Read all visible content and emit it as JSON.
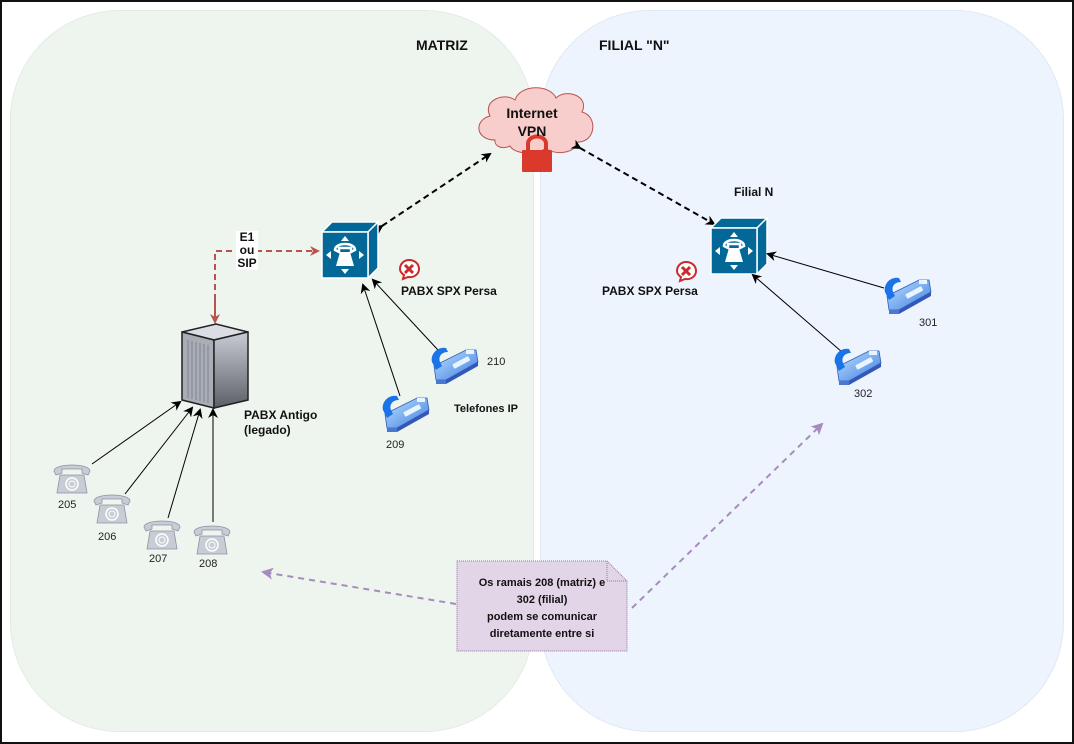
{
  "zones": {
    "matriz": {
      "title": "MATRIZ",
      "fill": "#eef5ee"
    },
    "filial": {
      "title": "FILIAL \"N\"",
      "fill": "#eef4fd"
    }
  },
  "internet": {
    "label_line1": "Internet",
    "label_line2": "VPN",
    "cloud_fill": "#f8cecc",
    "lock_color": "#d93a2b"
  },
  "matriz": {
    "link_label": {
      "line1": "E1",
      "line2": "ou",
      "line3": "SIP"
    },
    "pabx_spx_label": "PABX SPX Persa",
    "pabx_legacy_label_line1": "PABX Antigo",
    "pabx_legacy_label_line2": "(legado)",
    "ip_phones_label": "Telefones IP",
    "ip_phones": [
      {
        "ext": "210"
      },
      {
        "ext": "209"
      }
    ],
    "analog_phones": [
      {
        "ext": "205"
      },
      {
        "ext": "206"
      },
      {
        "ext": "207"
      },
      {
        "ext": "208"
      }
    ]
  },
  "filial": {
    "site_label": "Filial N",
    "pabx_spx_label": "PABX SPX Persa",
    "ip_phones": [
      {
        "ext": "301"
      },
      {
        "ext": "302"
      }
    ]
  },
  "note": {
    "line1": "Os ramais 208 (matriz) e",
    "line2": "302 (filial)",
    "line3": "podem se comunicar",
    "line4": "diretamente entre si",
    "fill": "#e1d5e7"
  },
  "colors": {
    "pabx_blue": "#036897",
    "link_red": "#b85450",
    "note_arrow": "#a68bbd"
  }
}
